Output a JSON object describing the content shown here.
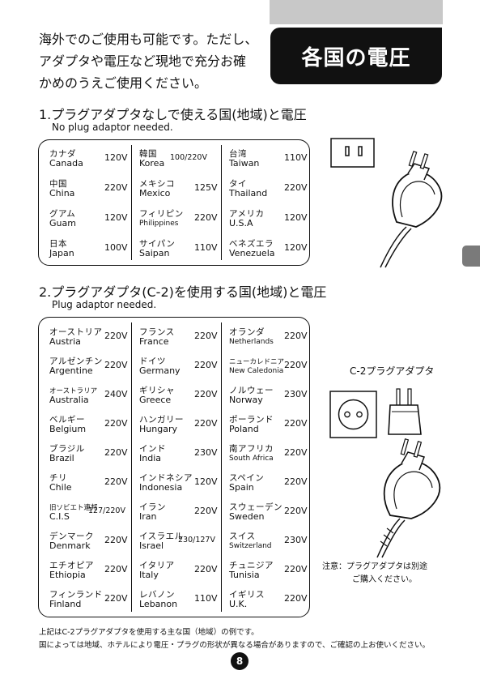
{
  "header": {
    "title": "各国の電圧"
  },
  "intro": {
    "lines": [
      "海外でのご使用も可能です。ただし、",
      "アダプタや電圧など現地で充分お確",
      "かめのうえご使用ください。"
    ]
  },
  "section1": {
    "title": "1.プラグアダプタなしで使える国(地域)と電圧",
    "subtitle": "No plug adaptor needed.",
    "columns": [
      [
        {
          "ja": "カナダ",
          "en": "Canada",
          "v": "120V"
        },
        {
          "ja": "中国",
          "en": "China",
          "v": "220V"
        },
        {
          "ja": "グアム",
          "en": "Guam",
          "v": "120V"
        },
        {
          "ja": "日本",
          "en": "Japan",
          "v": "100V"
        }
      ],
      [
        {
          "ja": "韓国",
          "en": "Korea",
          "v": "100/220V"
        },
        {
          "ja": "メキシコ",
          "en": "Mexico",
          "v": "125V"
        },
        {
          "ja": "フィリピン",
          "en": "Philippines",
          "v": "220V"
        },
        {
          "ja": "サイパン",
          "en": "Saipan",
          "v": "110V"
        }
      ],
      [
        {
          "ja": "台湾",
          "en": "Taiwan",
          "v": "110V"
        },
        {
          "ja": "タイ",
          "en": "Thailand",
          "v": "220V"
        },
        {
          "ja": "アメリカ",
          "en": "U.S.A",
          "v": "120V"
        },
        {
          "ja": "ベネズエラ",
          "en": "Venezuela",
          "v": "120V"
        }
      ]
    ]
  },
  "section2": {
    "title": "2.プラグアダプタ(C-2)を使用する国(地域)と電圧",
    "subtitle": "Plug adaptor needed.",
    "columns": [
      [
        {
          "ja": "オーストリア",
          "en": "Austria",
          "v": "220V"
        },
        {
          "ja": "アルゼンチン",
          "en": "Argentine",
          "v": "220V"
        },
        {
          "ja": "オーストラリア",
          "en": "Australia",
          "v": "240V"
        },
        {
          "ja": "ベルギー",
          "en": "Belgium",
          "v": "220V"
        },
        {
          "ja": "ブラジル",
          "en": "Brazil",
          "v": "220V"
        },
        {
          "ja": "チリ",
          "en": "Chile",
          "v": "220V"
        },
        {
          "ja": "旧ソビエト連邦",
          "en": "C.I.S",
          "v": "127/220V"
        },
        {
          "ja": "デンマーク",
          "en": "Denmark",
          "v": "220V"
        },
        {
          "ja": "エチオピア",
          "en": "Ethiopia",
          "v": "220V"
        },
        {
          "ja": "フィンランド",
          "en": "Finland",
          "v": "220V"
        }
      ],
      [
        {
          "ja": "フランス",
          "en": "France",
          "v": "220V"
        },
        {
          "ja": "ドイツ",
          "en": "Germany",
          "v": "220V"
        },
        {
          "ja": "ギリシャ",
          "en": "Greece",
          "v": "220V"
        },
        {
          "ja": "ハンガリー",
          "en": "Hungary",
          "v": "220V"
        },
        {
          "ja": "インド",
          "en": "India",
          "v": "230V"
        },
        {
          "ja": "インドネシア",
          "en": "Indonesia",
          "v": "120V"
        },
        {
          "ja": "イラン",
          "en": "Iran",
          "v": "220V"
        },
        {
          "ja": "イスラエル",
          "en": "Israel",
          "v": "230/127V"
        },
        {
          "ja": "イタリア",
          "en": "Italy",
          "v": "220V"
        },
        {
          "ja": "レバノン",
          "en": "Lebanon",
          "v": "110V"
        }
      ],
      [
        {
          "ja": "オランダ",
          "en": "Netherlands",
          "v": "220V"
        },
        {
          "ja": "ニューカレドニア",
          "en": "New Caledonia",
          "v": "220V"
        },
        {
          "ja": "ノルウェー",
          "en": "Norway",
          "v": "230V"
        },
        {
          "ja": "ポーランド",
          "en": "Poland",
          "v": "220V"
        },
        {
          "ja": "南アフリカ",
          "en": "South Africa",
          "v": "220V"
        },
        {
          "ja": "スペイン",
          "en": "Spain",
          "v": "220V"
        },
        {
          "ja": "スウェーデン",
          "en": "Sweden",
          "v": "220V"
        },
        {
          "ja": "スイス",
          "en": "Switzerland",
          "v": "230V"
        },
        {
          "ja": "チュニジア",
          "en": "Tunisia",
          "v": "220V"
        },
        {
          "ja": "イギリス",
          "en": "U.K.",
          "v": "220V"
        }
      ]
    ]
  },
  "adapter": {
    "label": "C-2プラグアダプタ",
    "note_lines": [
      "注意：プラグアダプタは別途",
      "ご購入ください。"
    ]
  },
  "footer": {
    "lines": [
      "上記はC-2プラグアダプタを使用する主な国（地域）の例です。",
      "国によっては地域、ホテルにより電圧・プラグの形状が異なる場合がありますので、ご確認の上お使いください。"
    ]
  },
  "page": {
    "number": "8"
  }
}
